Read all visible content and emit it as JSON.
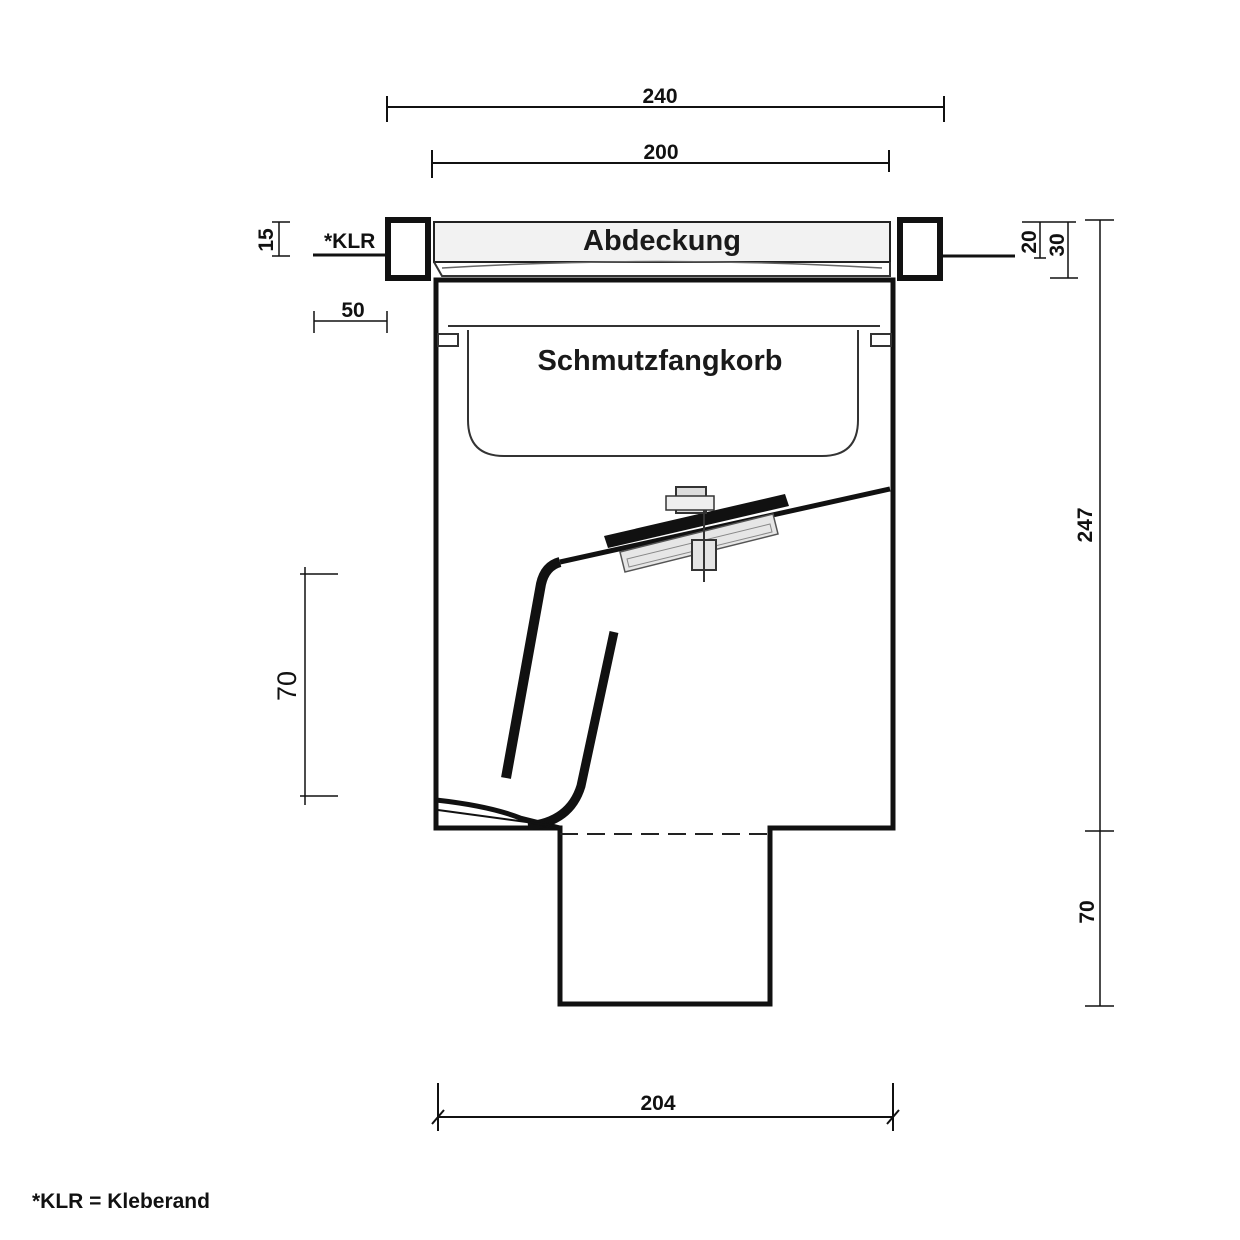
{
  "diagram": {
    "dimensions": {
      "total_width": "240",
      "cover_width": "200",
      "outlet_span": "204",
      "klr_height": "15",
      "klr_width": "50",
      "frame_height_20": "20",
      "frame_height_30": "30",
      "body_height": "247",
      "outlet_height": "70",
      "trap_height": "70"
    },
    "labels": {
      "klr": "*KLR",
      "cover": "Abdeckung",
      "basket": "Schmutzfangkorb"
    },
    "footnote": "*KLR = Kleberand"
  }
}
